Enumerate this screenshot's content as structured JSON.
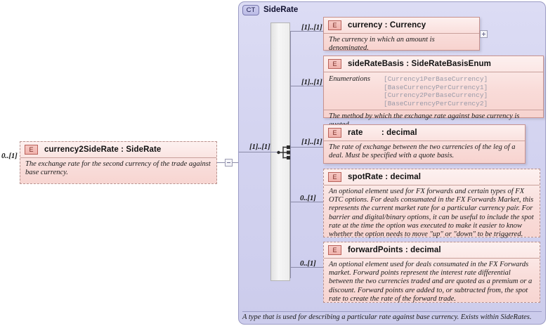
{
  "diagram": {
    "kind": "xsd-schema-element-diagram",
    "root_element": {
      "badge": "E",
      "name": "currency2SideRate : SideRate",
      "doc": "The exchange rate for the second currency of the trade against base currency.",
      "cardinality": "0..[1]",
      "border": "dashed",
      "toggle": "minus"
    },
    "complex_type": {
      "badge": "CT",
      "title": "SideRate",
      "footer": "A type that is used for describing a particular rate against base currency. Exists within SideRates.",
      "compositor": "sequence",
      "compositor_cardinality": "[1]..[1]"
    },
    "children": [
      {
        "badge": "E",
        "name": "currency : Currency",
        "doc": "The currency in which an amount is denominated.",
        "cardinality": "[1]..[1]",
        "border": "solid",
        "toggle": "plus"
      },
      {
        "badge": "E",
        "name": "sideRateBasis : SideRateBasisEnum",
        "enumerations_label": "Enumerations",
        "enumerations": [
          "[Currency1PerBaseCurrency]",
          "[BaseCurrencyPerCurrency1]",
          "[Currency2PerBaseCurrency]",
          "[BaseCurrencyPerCurrency2]"
        ],
        "doc": "The method by which the exchange rate against base currency is quoted.",
        "cardinality": "[1]..[1]",
        "border": "solid",
        "toggle": "none"
      },
      {
        "badge": "E",
        "name": "rate        : decimal",
        "doc": "The rate of exchange between the two currencies of the leg of a deal. Must be specified with a quote basis.",
        "cardinality": "[1]..[1]",
        "border": "solid",
        "toggle": "none"
      },
      {
        "badge": "E",
        "name": "spotRate : decimal",
        "doc": "An optional element used for FX forwards and certain types of FX OTC options. For deals consumated in the FX Forwards Market, this represents the current market rate for a particular currency pair. For barrier and digital/binary options, it can be useful to include the spot rate at the time the option was executed to make it easier to know whether the option needs to move \"up\" or \"down\" to be triggered.",
        "cardinality": "0..[1]",
        "border": "dashed",
        "toggle": "none"
      },
      {
        "badge": "E",
        "name": "forwardPoints : decimal",
        "doc": "An optional element used for deals consumated in the FX Forwards market. Forward points represent the interest rate differential between the two currencies traded and are quoted as a premium or a discount. Forward points are added to, or subtracted from, the spot rate to create the rate of the forward trade.",
        "cardinality": "0..[1]",
        "border": "dashed",
        "toggle": "none"
      }
    ],
    "colors": {
      "element_fill": "#f9dcd9",
      "element_border": "#c8928d",
      "badge_border": "#b9615a",
      "container_fill": "#d3d3f0",
      "container_border": "#9b9bc4",
      "connector": "#8a8aa8",
      "enum_text": "#9a9aa8"
    }
  }
}
